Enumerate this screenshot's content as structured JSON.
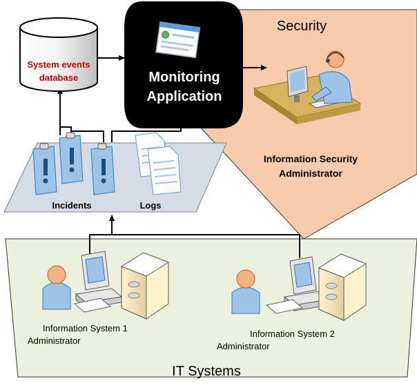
{
  "regions": {
    "security": "Security",
    "it_systems": "IT Systems"
  },
  "database": {
    "line1": "System events",
    "line2": "database"
  },
  "monitoring": {
    "line1": "Monitoring",
    "line2": "Application"
  },
  "sources": {
    "incidents": "Incidents",
    "logs": "Logs"
  },
  "security_admin": {
    "line1": "Information Security",
    "line2": "Administrator"
  },
  "system1": {
    "line1": "Information System 1",
    "line2": "Administrator"
  },
  "system2": {
    "line1": "Information System 2",
    "line2": "Administrator"
  },
  "colors": {
    "security_fill": "#f8cbad",
    "it_fill": "#ebf1de",
    "panel_fill": "#d6dce5",
    "monitoring_fill": "#000000",
    "db_label": "#c00000",
    "clipboard_fill": "#9dc3e6",
    "person_body": "#9dc3e6",
    "person_head": "#f4b183"
  },
  "icons": {
    "database": "database-cylinder-icon",
    "browser": "browser-window-icon",
    "operator": "headset-operator-icon",
    "clipboard": "clipboard-alert-icon",
    "document": "document-icon",
    "user": "user-icon",
    "workstation": "workstation-icon",
    "server": "server-tower-icon"
  }
}
